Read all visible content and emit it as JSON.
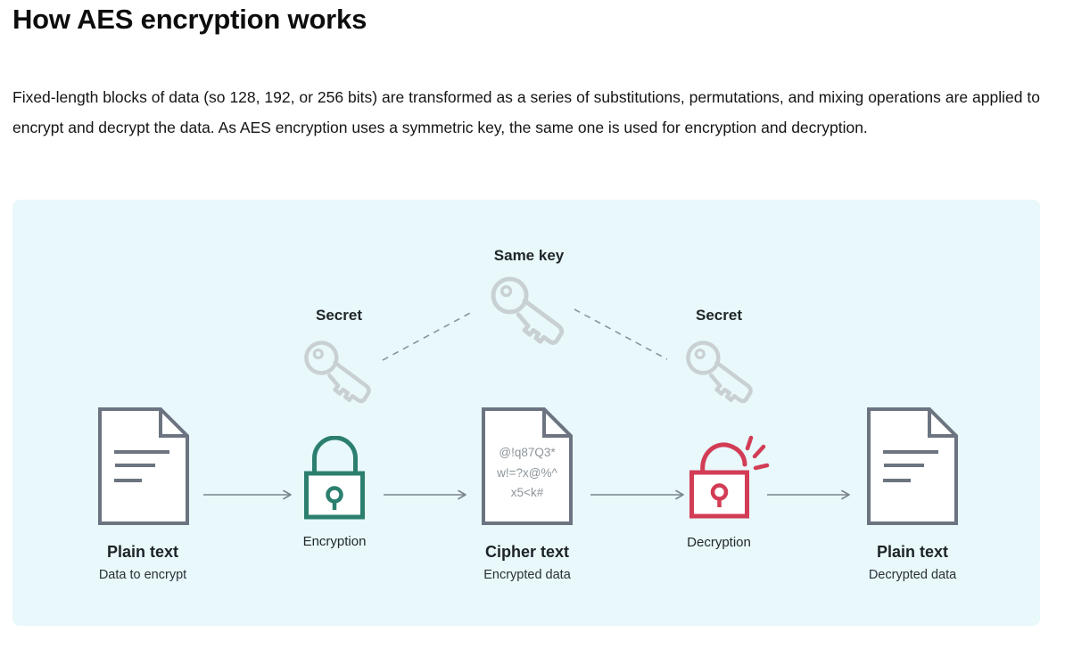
{
  "page": {
    "title": "How AES encryption works",
    "paragraph": "Fixed-length blocks of data (so 128, 192, or 256 bits) are transformed as a series of substitutions, permutations, and mixing operations are applied to encrypt and decrypt the data. As AES encryption uses a symmetric key, the same one is used for encryption and decryption."
  },
  "diagram": {
    "same_key_label": "Same key",
    "secret_left_label": "Secret",
    "secret_right_label": "Secret",
    "encryption_label": "Encryption",
    "decryption_label": "Decryption",
    "plain_left": {
      "title": "Plain text",
      "subtitle": "Data to encrypt"
    },
    "cipher": {
      "title": "Cipher text",
      "subtitle": "Encrypted data",
      "lines": [
        "@!q87Q3*",
        "w!=?x@%^",
        "x5<k#"
      ]
    },
    "plain_right": {
      "title": "Plain text",
      "subtitle": "Decrypted data"
    },
    "icons": [
      "key-icon",
      "document-icon",
      "lock-closed-icon",
      "lock-open-icon",
      "arrow-right-icon",
      "dashed-connector"
    ],
    "colors": {
      "panel_background": "#e8f8fb",
      "encryption_lock": "#2c7f6f",
      "decryption_lock": "#d23c55",
      "document_outline": "#6b7480",
      "key_outline": "#c9d0d3",
      "arrow": "#7a848a",
      "heading_text": "#0d0d0d"
    }
  }
}
